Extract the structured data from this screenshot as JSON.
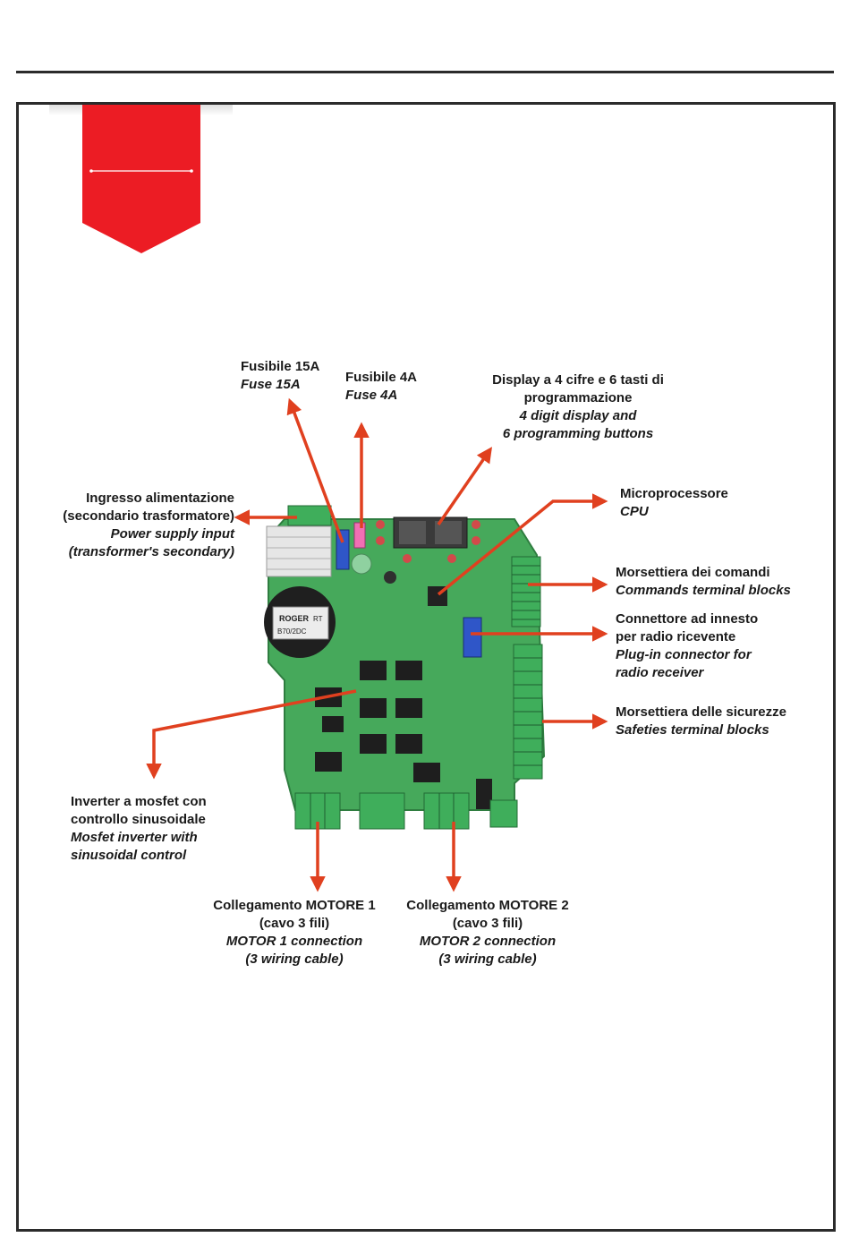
{
  "colors": {
    "accent_red": "#ec1c24",
    "arrow": "#e0401f",
    "board_green": "#45a85a",
    "frame": "#2b2b2b"
  },
  "callouts": {
    "fuse15": {
      "it": "Fusibile 15A",
      "en": "Fuse 15A"
    },
    "fuse4": {
      "it": "Fusibile 4A",
      "en": "Fuse 4A"
    },
    "display": {
      "it1": "Display a 4 cifre e  6 tasti di",
      "it2": "programmazione",
      "en1": "4 digit display and",
      "en2": "6 programming buttons"
    },
    "power": {
      "it1": "Ingresso alimentazione",
      "it2": "(secondario trasformatore)",
      "en1": "Power supply input",
      "en2": "(transformer's secondary)"
    },
    "cpu": {
      "it": "Microprocessore",
      "en": "CPU"
    },
    "commands": {
      "it": "Morsettiera dei  comandi",
      "en": "Commands terminal blocks"
    },
    "radio": {
      "it1": "Connettore ad innesto",
      "it2": "per radio ricevente",
      "en1": "Plug-in connector for",
      "en2": "radio receiver"
    },
    "safeties": {
      "it": "Morsettiera delle sicurezze",
      "en": "Safeties terminal blocks"
    },
    "inverter": {
      "it1": "Inverter a mosfet con",
      "it2": "controllo sinusoidale",
      "en1": "Mosfet inverter with",
      "en2": "sinusoidal control"
    },
    "motor1": {
      "it1": "Collegamento MOTORE 1",
      "it2": "(cavo 3 fili)",
      "en1": "MOTOR  1 connection",
      "en2": "(3 wiring cable)"
    },
    "motor2": {
      "it1": "Collegamento MOTORE 2",
      "it2": "(cavo 3 fili)",
      "en1": "MOTOR 2 connection",
      "en2": "(3 wiring cable)"
    }
  },
  "board": {
    "brand": "ROGER",
    "capacitor_label": "RT",
    "relay_code": "B70/2DC"
  },
  "icons": [
    "ribbon-bookmark-icon",
    "arrow-icon"
  ]
}
